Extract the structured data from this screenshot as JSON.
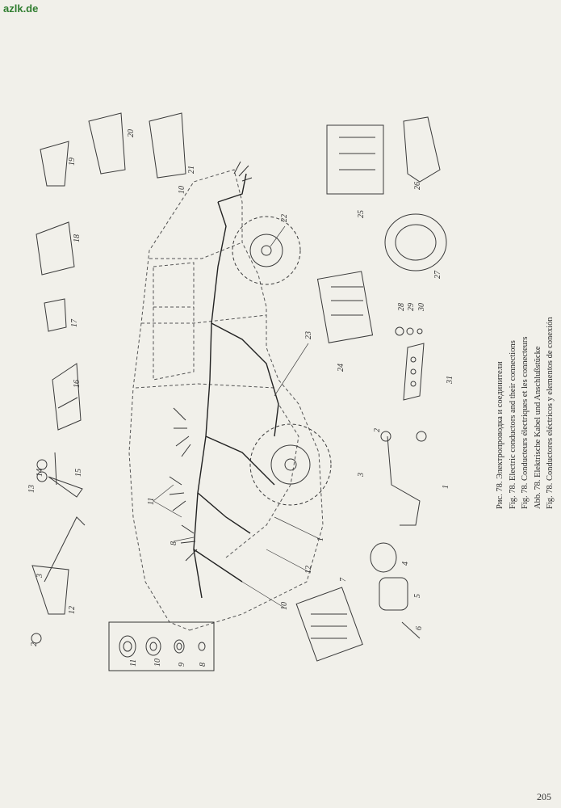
{
  "watermark": "azlk.de",
  "page_number": "205",
  "caption": {
    "ru": "Рис. 78. Электропроводка и соединители",
    "en": "Fig. 78. Electric conductors and their connections",
    "fr": "Fig. 78. Conducteurs électriques et les connecteurs",
    "de": "Abb. 78. Elektrische Kabel und Anschlußstücke",
    "es": "Fig. 78. Conductores eléctricos y elementos de conexión"
  },
  "part_numbers": [
    "1",
    "2",
    "3",
    "4",
    "5",
    "6",
    "7",
    "8",
    "9",
    "10",
    "11",
    "12",
    "13",
    "14",
    "15",
    "16",
    "17",
    "18",
    "19",
    "20",
    "21",
    "22",
    "23",
    "24",
    "25",
    "26",
    "27",
    "28",
    "29",
    "30",
    "31"
  ]
}
